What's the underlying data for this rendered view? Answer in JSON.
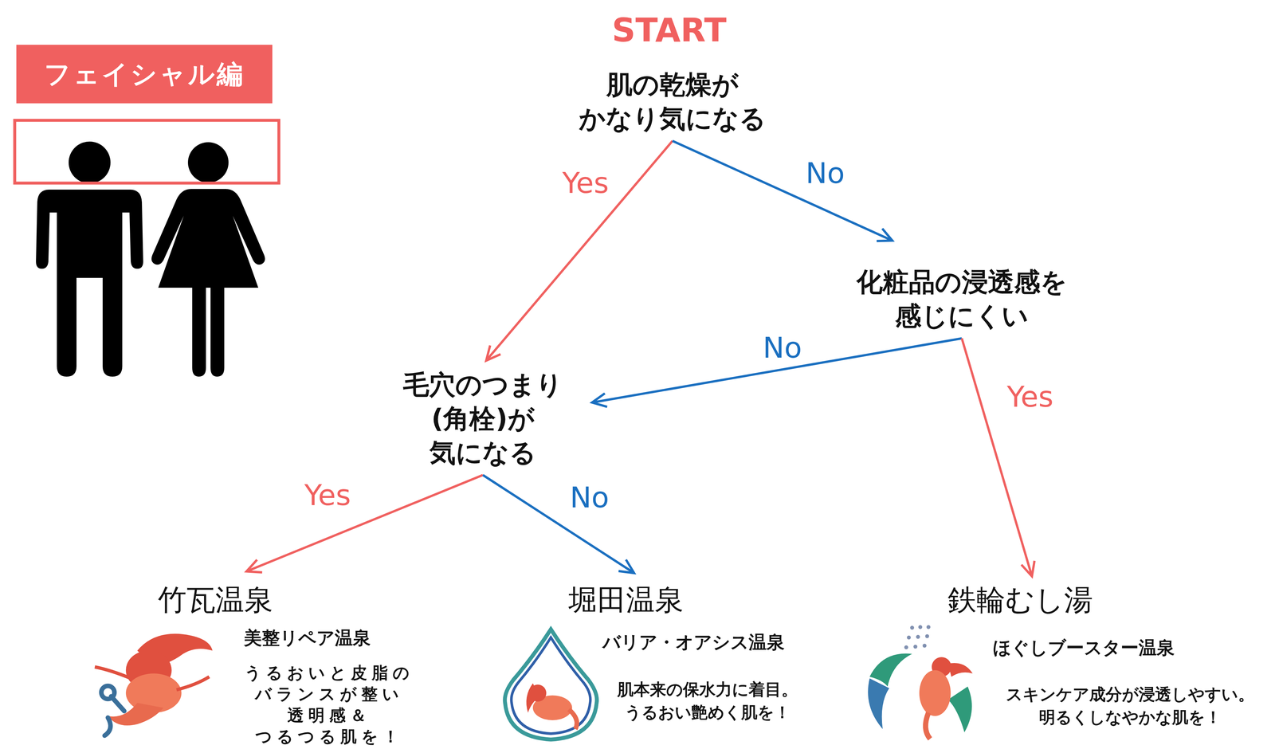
{
  "diagram": {
    "nodes": [
      {
        "text": [
          "フェイシャル編"
        ]
      },
      {
        "text": [
          "肌の乾燥が かなり気になる"
        ]
      },
      {
        "text": [
          "化粧品の浸透感を 感じにくい"
        ]
      },
      {
        "text": [
          "毛穴のつまり(角栓)が 気になる"
        ]
      },
      {
        "text": [
          "竹瓦温泉",
          "美整リペア温泉",
          "うるおいと皮脂の バランスが整い 透明感＆つるつる肌を！"
        ]
      },
      {
        "text": [
          "堀田温泉",
          "バリア・オアシス温泉",
          "肌本来の保水力に着目。 うるおい艶めく肌を！"
        ]
      },
      {
        "text": [
          "鉄輪むし湯",
          "ほぐしブースター温泉",
          "スキンケア成分が浸透しやすい。 明るくしなやかな肌を！"
        ]
      }
    ],
    "edges": [
      {
        "from": 1,
        "to": 3,
        "label": "Yes",
        "arrow": "to"
      },
      {
        "from": 1,
        "to": 2,
        "label": "No",
        "arrow": "to"
      },
      {
        "from": 2,
        "to": 3,
        "label": "No",
        "arrow": "to"
      },
      {
        "from": 2,
        "to": 6,
        "label": "Yes",
        "arrow": "to"
      },
      {
        "from": 3,
        "to": 4,
        "label": "Yes",
        "arrow": "to"
      },
      {
        "from": 3,
        "to": 5,
        "label": "No",
        "arrow": "to"
      }
    ],
    "labels": [
      "START"
    ]
  }
}
